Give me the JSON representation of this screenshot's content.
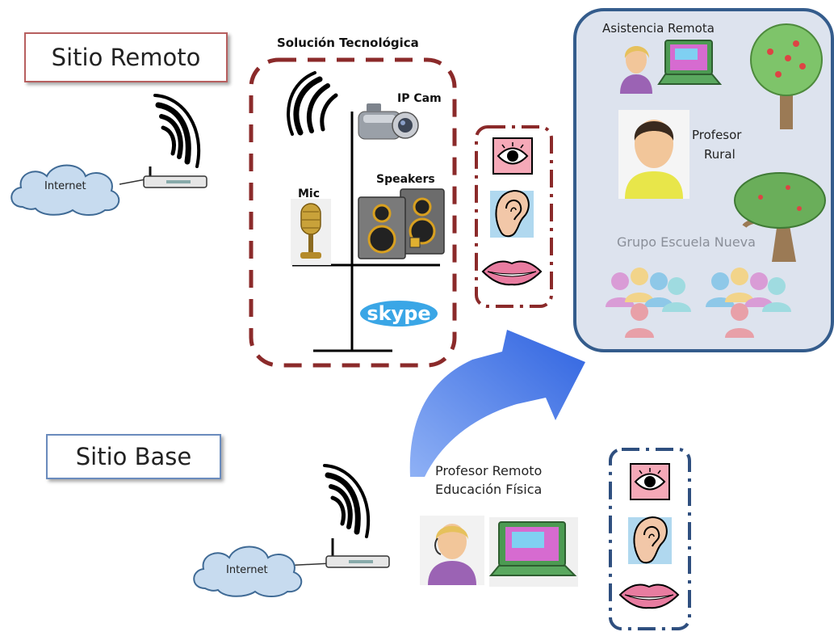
{
  "remote_site": {
    "label": "Sitio Remoto"
  },
  "base_site": {
    "label": "Sitio Base"
  },
  "network": {
    "internet_top": "Internet",
    "internet_bottom": "Internet"
  },
  "solution": {
    "title": "Solución Tecnológica",
    "ip_cam": "IP Cam",
    "speakers": "Speakers",
    "mic": "Mic",
    "skype": "skype"
  },
  "remote_assist": {
    "title": "Asistencia Remota",
    "rural_teacher_line1": "Profesor",
    "rural_teacher_line2": "Rural",
    "group": "Grupo Escuela Nueva"
  },
  "base_teacher": {
    "line1": "Profesor Remoto",
    "line2": "Educación Física"
  },
  "colors": {
    "remote_border": "#b75f5f",
    "base_border": "#6a8bbd",
    "dashed_red": "#8b2a2a",
    "dashed_blue": "#2f4f7f",
    "panel_bg": "#dde3ee",
    "panel_border": "#345c8c",
    "arrow": "#4b7de8"
  }
}
